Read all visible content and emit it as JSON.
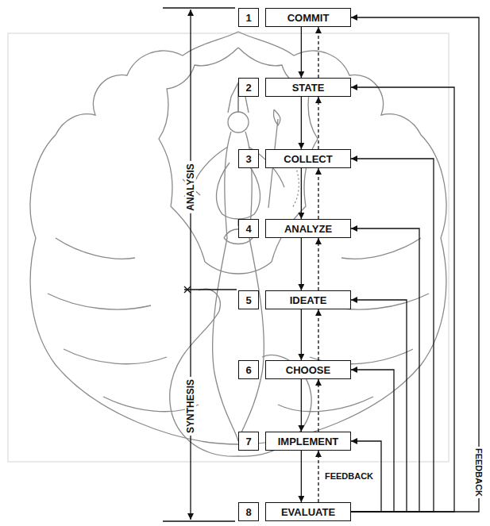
{
  "diagram": {
    "nodes": [
      {
        "text": [
          "1"
        ]
      },
      {
        "text": [
          "COMMIT"
        ]
      },
      {
        "text": [
          "2"
        ]
      },
      {
        "text": [
          "STATE"
        ]
      },
      {
        "text": [
          "3"
        ]
      },
      {
        "text": [
          "COLLECT"
        ]
      },
      {
        "text": [
          "4"
        ]
      },
      {
        "text": [
          "ANALYZE"
        ]
      },
      {
        "text": [
          "5"
        ]
      },
      {
        "text": [
          "IDEATE"
        ]
      },
      {
        "text": [
          "6"
        ]
      },
      {
        "text": [
          "CHOOSE"
        ]
      },
      {
        "text": [
          "7"
        ]
      },
      {
        "text": [
          "IMPLEMENT"
        ]
      },
      {
        "text": [
          "8"
        ]
      },
      {
        "text": [
          "EVALUATE"
        ]
      }
    ],
    "edges": [
      {
        "from": 1,
        "to": 3,
        "arrow": "to"
      },
      {
        "from": 3,
        "to": 5,
        "arrow": "to"
      },
      {
        "from": 5,
        "to": 7,
        "arrow": "to"
      },
      {
        "from": 7,
        "to": 9,
        "arrow": "to"
      },
      {
        "from": 9,
        "to": 11,
        "arrow": "to"
      },
      {
        "from": 11,
        "to": 13,
        "arrow": "to"
      },
      {
        "from": 13,
        "to": 15,
        "arrow": "to"
      },
      {
        "from": 3,
        "to": 1,
        "arrow": "to"
      },
      {
        "from": 5,
        "to": 3,
        "arrow": "to"
      },
      {
        "from": 7,
        "to": 5,
        "arrow": "to"
      },
      {
        "from": 9,
        "to": 7,
        "arrow": "to"
      },
      {
        "from": 11,
        "to": 9,
        "arrow": "to"
      },
      {
        "from": 13,
        "to": 11,
        "arrow": "to"
      },
      {
        "from": 15,
        "to": 13,
        "label": "FEEDBACK",
        "arrow": "to"
      },
      {
        "from": 15,
        "to": 13,
        "arrow": "to"
      },
      {
        "from": 15,
        "to": 11,
        "arrow": "to"
      },
      {
        "from": 15,
        "to": 9,
        "arrow": "to"
      },
      {
        "from": 15,
        "to": 7,
        "arrow": "to"
      },
      {
        "from": 15,
        "to": 5,
        "arrow": "to"
      },
      {
        "from": 15,
        "to": 3,
        "arrow": "to"
      },
      {
        "from": 15,
        "to": 1,
        "label": "FEEDBACK",
        "arrow": "to"
      }
    ],
    "labels": [
      "ANALYSIS",
      "SYNTHESIS"
    ]
  }
}
